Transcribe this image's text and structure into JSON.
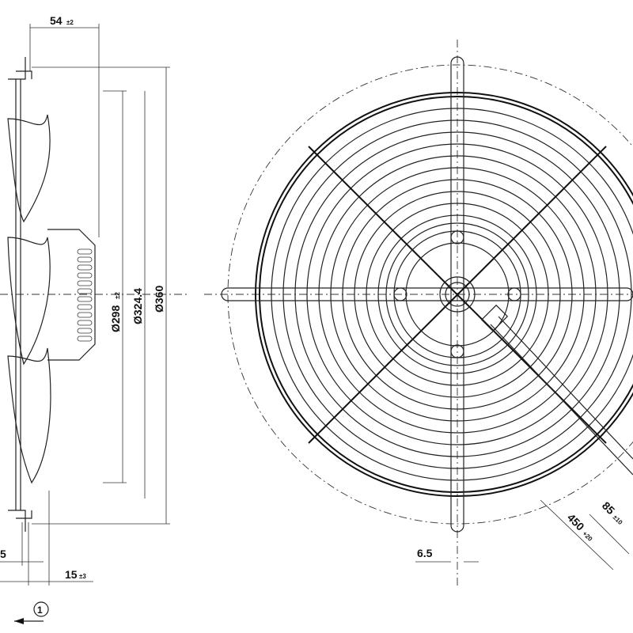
{
  "dimensions": {
    "depth": {
      "value": "54",
      "tol": "±2"
    },
    "d_inner": {
      "value": "Ø298",
      "tol": "±2"
    },
    "d_ring": {
      "value": "Ø324.4"
    },
    "d_outer": {
      "value": "Ø360"
    },
    "flange": {
      "value": "5"
    },
    "offset": {
      "value": "15",
      "tol": "±3"
    },
    "hole": {
      "value": "6.5"
    },
    "cable_length": {
      "value": "450",
      "tol": "+20"
    },
    "cable_strip": {
      "value": "85",
      "tol": "±10"
    }
  },
  "view_marker": "1"
}
